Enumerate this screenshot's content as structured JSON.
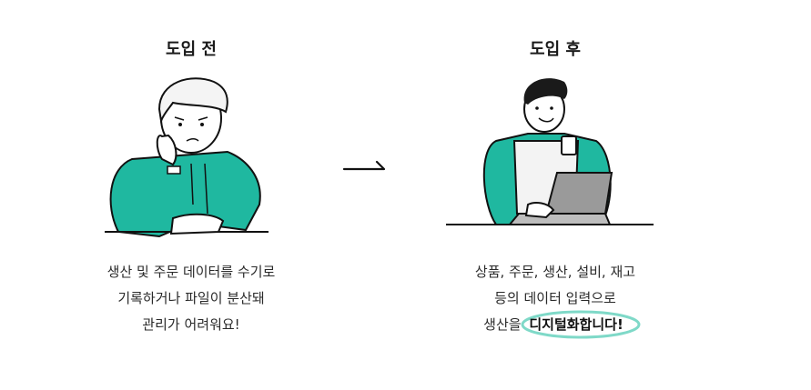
{
  "before": {
    "title": "도입 전",
    "lines": [
      "생산 및 주문 데이터를 수기로",
      "기록하거나 파일이 분산돼",
      "관리가 어려워요!"
    ]
  },
  "after": {
    "title": "도입 후",
    "lines": [
      "상품, 주문, 생산, 설비, 재고",
      "등의 데이터 입력으로"
    ],
    "line3_prefix": "생산을",
    "line3_highlight": "디지털화합니다!"
  },
  "colors": {
    "accent": "#1fb8a0",
    "highlight_ring": "#7fd9c8",
    "laptop": "#9a9a9a"
  },
  "icons": {
    "transition": "arrow-right-icon"
  }
}
